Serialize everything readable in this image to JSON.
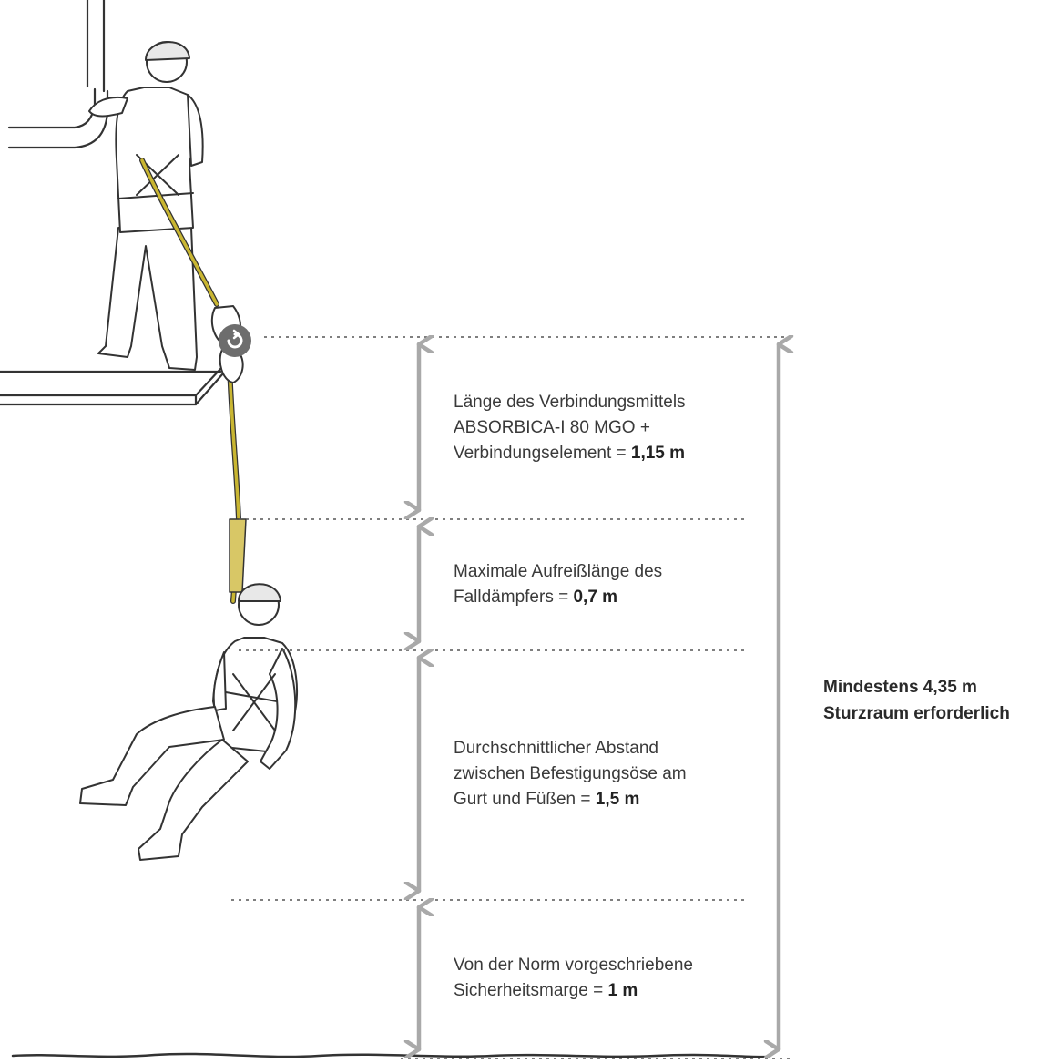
{
  "segments": [
    {
      "lines": [
        "Länge des Verbindungsmittels",
        "ABSORBICA-I 80 MGO +"
      ],
      "last_line": "Verbindungselement = ",
      "value": "1,15 m"
    },
    {
      "lines": [
        "Maximale Aufreißlänge des"
      ],
      "last_line": "Falldämpfers = ",
      "value": "0,7 m"
    },
    {
      "lines": [
        "Durchschnittlicher Abstand",
        "zwischen Befestigungsöse am"
      ],
      "last_line": "Gurt und Füßen = ",
      "value": "1,5 m"
    },
    {
      "lines": [
        "Von der Norm vorgeschriebene"
      ],
      "last_line": "Sicherheitsmarge = ",
      "value": "1 m"
    }
  ],
  "total": {
    "line1": "Mindestens 4,35 m",
    "line2": "Sturzraum erforderlich"
  },
  "colors": {
    "arrow": "#a9a9a9",
    "lanyard": "#c9b632",
    "anchor": "#6d6d6d",
    "ink": "#333333"
  }
}
